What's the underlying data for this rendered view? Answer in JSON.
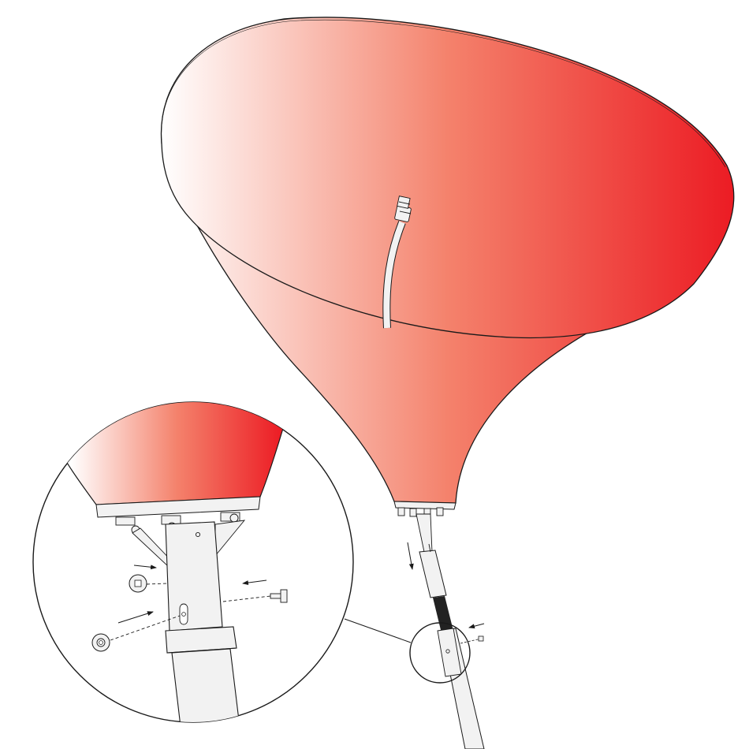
{
  "diagram": {
    "colors": {
      "horn_light": "#ffffff",
      "horn_mid": "#f4826c",
      "horn_dark": "#ec1c24",
      "outline": "#1a1a1a",
      "metal": "#f2f2f2",
      "cable": "#222222",
      "background": "#ffffff"
    },
    "parts": [
      {
        "id": "horn",
        "icon": "horn-reflector-icon"
      },
      {
        "id": "feed-cable",
        "icon": "coax-cable-icon"
      },
      {
        "id": "mounting-pole",
        "icon": "pole-icon"
      },
      {
        "id": "detail-magnifier",
        "icon": "magnifier-circle-icon"
      },
      {
        "id": "bolt",
        "icon": "bolt-icon"
      },
      {
        "id": "washer",
        "icon": "washer-icon"
      },
      {
        "id": "nut",
        "icon": "nut-icon"
      }
    ]
  }
}
